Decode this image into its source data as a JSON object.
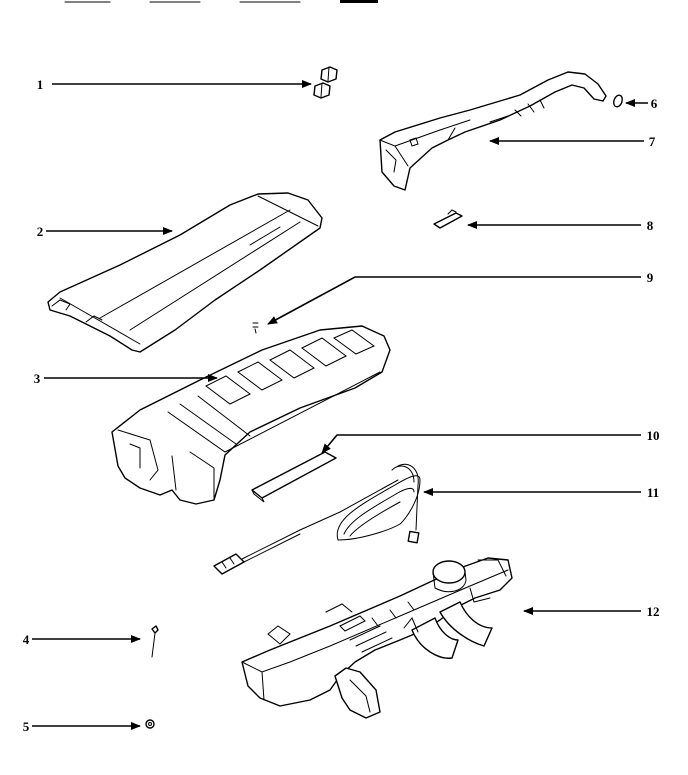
{
  "labels": {
    "1": "1",
    "2": "2",
    "3": "3",
    "4": "4",
    "5": "5",
    "6": "6",
    "7": "7",
    "8": "8",
    "9": "9",
    "10": "10",
    "11": "11",
    "12": "12"
  }
}
